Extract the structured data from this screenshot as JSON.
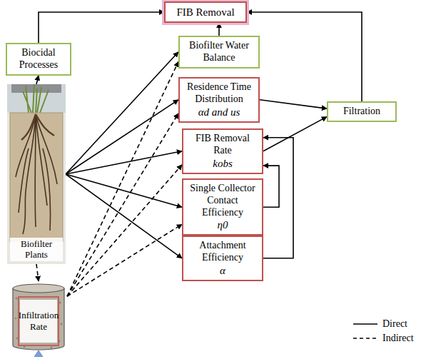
{
  "diagram": {
    "nodes": [
      {
        "text": [
          "FIB Removal"
        ]
      },
      {
        "text": [
          "Biocidal Processes"
        ]
      },
      {
        "text": [
          "Biofilter Water Balance"
        ]
      },
      {
        "text": [
          "Residence Time Distribution",
          "αd and us"
        ]
      },
      {
        "text": [
          "FIB Removal Rate",
          "kobs"
        ]
      },
      {
        "text": [
          "Single Collector Contact Efficiency",
          "η0"
        ]
      },
      {
        "text": [
          "Attachment Efficiency",
          "α"
        ]
      },
      {
        "text": [
          "Filtration"
        ]
      },
      {
        "text": [
          "Biofilter Plants"
        ]
      },
      {
        "text": [
          "Infiltration Rate"
        ]
      }
    ],
    "edges": [
      {
        "from": 1,
        "to": 0,
        "arrow": "to"
      },
      {
        "from": 8,
        "to": 1,
        "arrow": "to"
      },
      {
        "from": 2,
        "to": 0,
        "arrow": "to"
      },
      {
        "from": 7,
        "to": 0,
        "arrow": "to"
      },
      {
        "from": 8,
        "to": 2,
        "arrow": "to"
      },
      {
        "from": 8,
        "to": 3,
        "arrow": "to"
      },
      {
        "from": 8,
        "to": 4,
        "arrow": "to"
      },
      {
        "from": 8,
        "to": 5,
        "arrow": "to"
      },
      {
        "from": 8,
        "to": 6,
        "arrow": "to"
      },
      {
        "from": 8,
        "to": 9,
        "arrow": "to"
      },
      {
        "from": 9,
        "to": 2,
        "arrow": "to"
      },
      {
        "from": 9,
        "to": 3,
        "arrow": "to"
      },
      {
        "from": 9,
        "to": 4,
        "arrow": "to"
      },
      {
        "from": 9,
        "to": 5,
        "arrow": "to"
      },
      {
        "from": 3,
        "to": 7,
        "arrow": "to"
      },
      {
        "from": 4,
        "to": 7,
        "arrow": "to"
      },
      {
        "from": 5,
        "to": 4,
        "arrow": "to"
      },
      {
        "from": 6,
        "to": 4,
        "arrow": "to"
      }
    ],
    "legend": [
      {
        "text": "Direct"
      },
      {
        "text": "Indirect"
      }
    ]
  }
}
